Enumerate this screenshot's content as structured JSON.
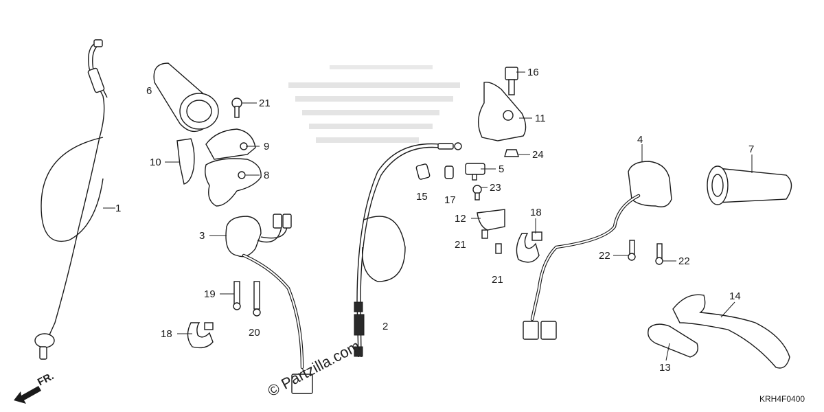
{
  "diagram": {
    "code": "KRH4F0400",
    "watermark": "© Partzilla.com",
    "front_arrow_label": "FR.",
    "callouts": [
      "1",
      "2",
      "3",
      "4",
      "5",
      "6",
      "7",
      "8",
      "9",
      "10",
      "11",
      "12",
      "13",
      "14",
      "15",
      "16",
      "17",
      "18",
      "18",
      "19",
      "20",
      "21",
      "21",
      "21",
      "22",
      "22",
      "23",
      "24"
    ]
  }
}
